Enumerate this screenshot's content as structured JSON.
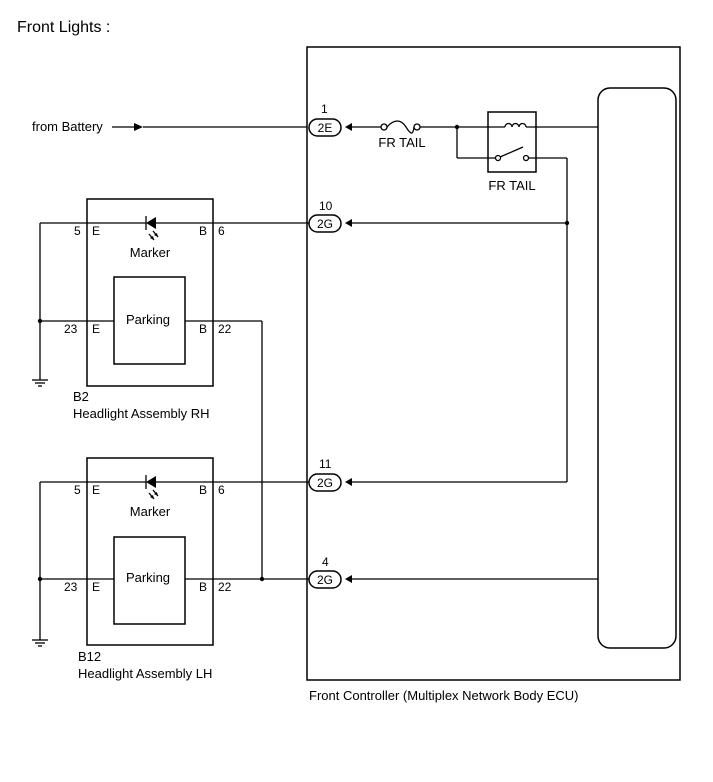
{
  "title": "Front Lights :",
  "battery_label": "from Battery",
  "ecu": {
    "name": "Front Controller (Multiplex Network Body ECU)",
    "fuse_label": "FR TAIL",
    "relay_label": "FR TAIL",
    "connectors": [
      {
        "pin": "1",
        "code": "2E"
      },
      {
        "pin": "10",
        "code": "2G"
      },
      {
        "pin": "11",
        "code": "2G"
      },
      {
        "pin": "4",
        "code": "2G"
      }
    ]
  },
  "headlights": [
    {
      "code": "B2",
      "name": "Headlight Assembly RH",
      "marker_label": "Marker",
      "parking_label": "Parking",
      "marker_pins": {
        "left_num": "5",
        "left_letter": "E",
        "right_letter": "B",
        "right_num": "6"
      },
      "parking_pins": {
        "left_num": "23",
        "left_letter": "E",
        "right_letter": "B",
        "right_num": "22"
      }
    },
    {
      "code": "B12",
      "name": "Headlight Assembly LH",
      "marker_label": "Marker",
      "parking_label": "Parking",
      "marker_pins": {
        "left_num": "5",
        "left_letter": "E",
        "right_letter": "B",
        "right_num": "6"
      },
      "parking_pins": {
        "left_num": "23",
        "left_letter": "E",
        "right_letter": "B",
        "right_num": "22"
      }
    }
  ]
}
